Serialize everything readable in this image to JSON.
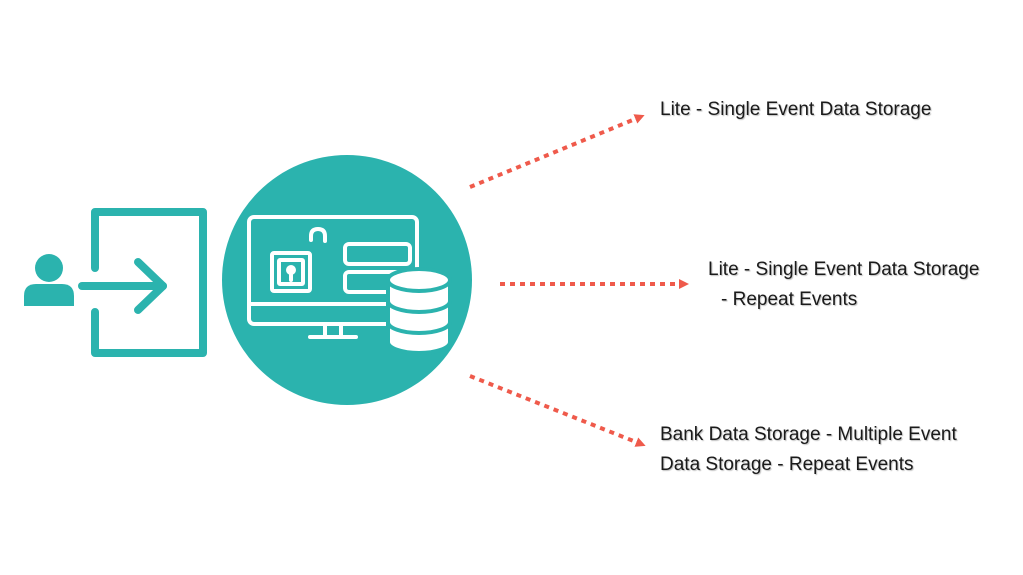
{
  "colors": {
    "primary": "#2bb3ae",
    "arrow": "#ef5a4b",
    "icon_stroke": "#ffffff",
    "text": "#1a1a1a"
  },
  "icons": {
    "user": "user-icon",
    "login": "login-arrow-icon",
    "monitor": "monitor-lock-icon",
    "database": "database-icon"
  },
  "outputs": [
    {
      "lines": [
        "Lite - Single Event Data Storage"
      ]
    },
    {
      "lines": [
        "Lite - Single Event Data Storage",
        "- Repeat Events"
      ]
    },
    {
      "lines": [
        "Bank Data Storage - Multiple Event",
        "Data Storage - Repeat Events"
      ]
    }
  ]
}
